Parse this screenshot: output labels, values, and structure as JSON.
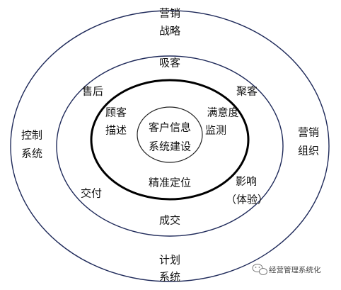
{
  "center": {
    "line1": "客户信息",
    "line2": "系统建设"
  },
  "inner_ring": {
    "left": {
      "line1": "顾客",
      "line2": "描述"
    },
    "right": {
      "line1": "满意度",
      "line2": "监测"
    },
    "bottom": "精准定位"
  },
  "middle_ring": {
    "top": "吸客",
    "top_left": "售后",
    "top_right": "聚客",
    "bottom_left": "交付",
    "bottom_right": {
      "line1": "影响",
      "line2": "（体验）"
    },
    "bottom": "成交"
  },
  "outer_ring": {
    "top": {
      "line1": "营销",
      "line2": "战略"
    },
    "left": {
      "line1": "控制",
      "line2": "系统"
    },
    "right": {
      "line1": "营销",
      "line2": "组织"
    },
    "bottom": {
      "line1": "计划",
      "line2": "系统"
    }
  },
  "watermark": "经营管理系统化"
}
